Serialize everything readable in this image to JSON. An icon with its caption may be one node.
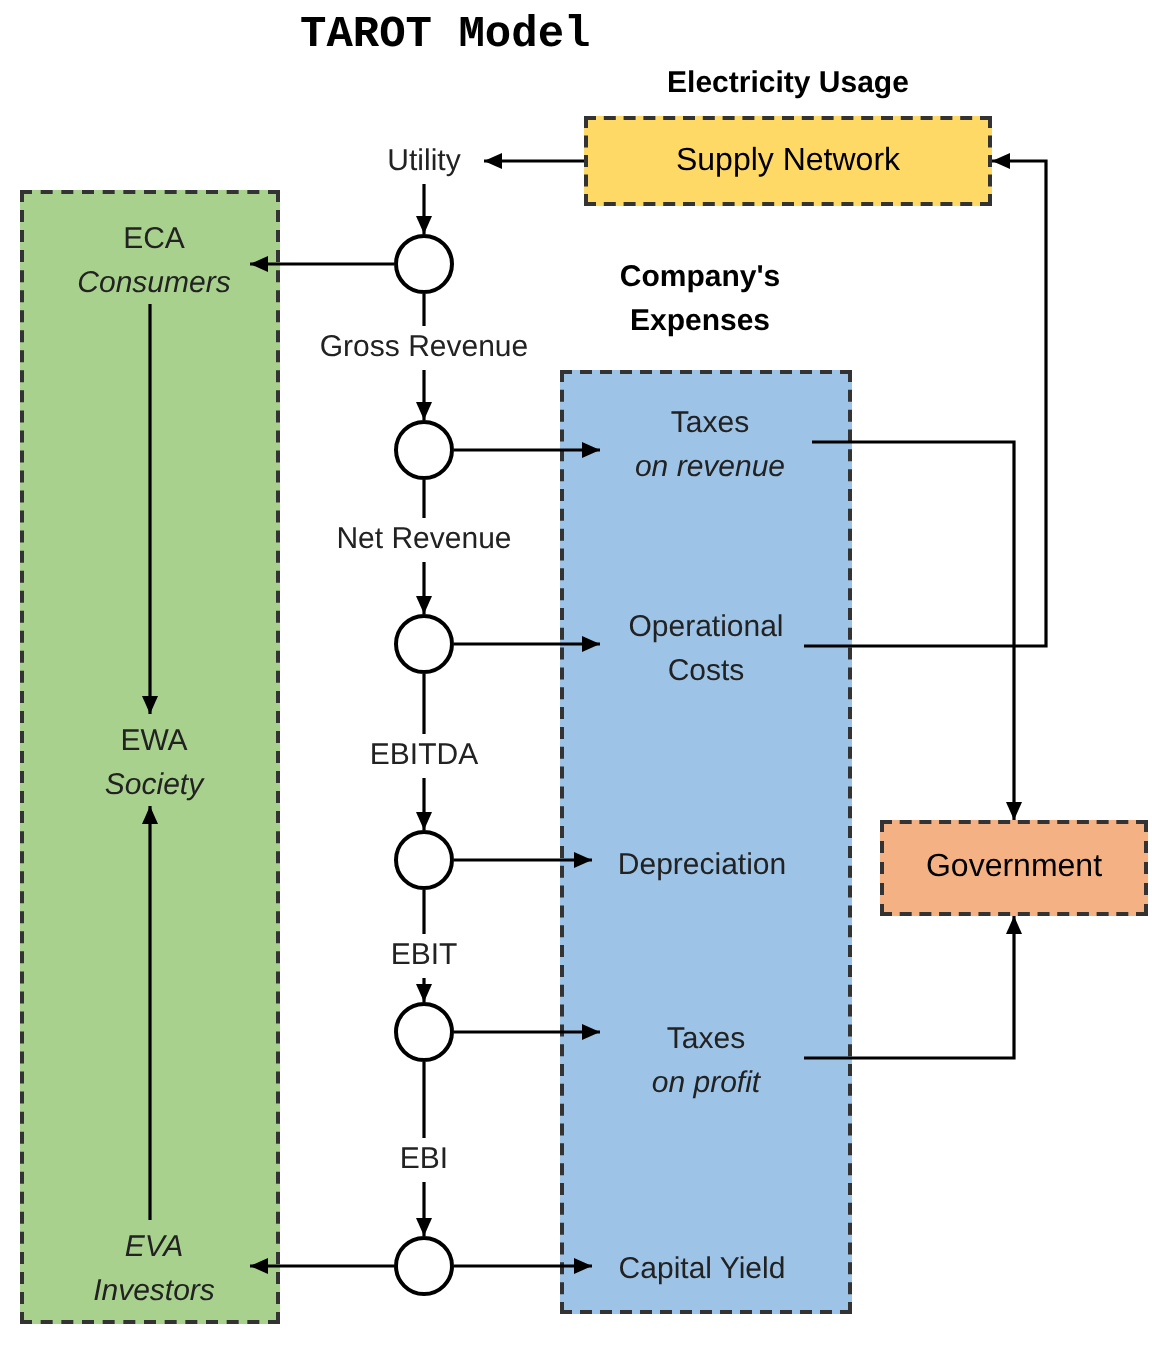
{
  "diagram": {
    "title": "TAROT Model",
    "nodes": [
      {
        "text": [],
        "shape": "box"
      },
      {
        "text": [
          "ECA",
          "Consumers"
        ],
        "in": 0
      },
      {
        "text": [
          "EWA",
          "Society"
        ],
        "in": 0
      },
      {
        "text": [
          "EVA",
          "Investors"
        ],
        "in": 0
      },
      {
        "text": [
          "Electricity Usage",
          "Supply Network"
        ]
      },
      {
        "text": [
          "Utility"
        ]
      },
      {
        "text": [],
        "shape": "circle"
      },
      {
        "text": [
          "Gross Revenue"
        ]
      },
      {
        "text": [],
        "shape": "circle"
      },
      {
        "text": [
          "Net Revenue"
        ]
      },
      {
        "text": [],
        "shape": "circle"
      },
      {
        "text": [
          "EBITDA"
        ]
      },
      {
        "text": [],
        "shape": "circle"
      },
      {
        "text": [
          "EBIT"
        ]
      },
      {
        "text": [],
        "shape": "circle"
      },
      {
        "text": [
          "EBI"
        ]
      },
      {
        "text": [],
        "shape": "circle"
      },
      {
        "text": [
          "Company's Expenses"
        ]
      },
      {
        "text": [
          "Taxes",
          "on revenue"
        ],
        "in": 17
      },
      {
        "text": [
          "Operational Costs"
        ],
        "in": 17
      },
      {
        "text": [
          "Depreciation"
        ],
        "in": 17
      },
      {
        "text": [
          "Taxes",
          "on profit"
        ],
        "in": 17
      },
      {
        "text": [
          "Capital Yield"
        ],
        "in": 17
      },
      {
        "text": [
          "Government"
        ]
      }
    ],
    "edges": [
      {
        "from": 4,
        "to": 5,
        "arrow": "to"
      },
      {
        "from": 5,
        "to": 6,
        "arrow": "to"
      },
      {
        "from": 6,
        "to": 1,
        "arrow": "to"
      },
      {
        "from": 6,
        "to": 7,
        "arrow": "none"
      },
      {
        "from": 7,
        "to": 8,
        "arrow": "to"
      },
      {
        "from": 8,
        "to": 18,
        "arrow": "to"
      },
      {
        "from": 8,
        "to": 9,
        "arrow": "none"
      },
      {
        "from": 9,
        "to": 10,
        "arrow": "to"
      },
      {
        "from": 10,
        "to": 19,
        "arrow": "to"
      },
      {
        "from": 10,
        "to": 11,
        "arrow": "none"
      },
      {
        "from": 11,
        "to": 12,
        "arrow": "to"
      },
      {
        "from": 12,
        "to": 20,
        "arrow": "to"
      },
      {
        "from": 12,
        "to": 13,
        "arrow": "none"
      },
      {
        "from": 13,
        "to": 14,
        "arrow": "to"
      },
      {
        "from": 14,
        "to": 21,
        "arrow": "to"
      },
      {
        "from": 14,
        "to": 15,
        "arrow": "none"
      },
      {
        "from": 15,
        "to": 16,
        "arrow": "to"
      },
      {
        "from": 16,
        "to": 3,
        "arrow": "to"
      },
      {
        "from": 16,
        "to": 22,
        "arrow": "to"
      },
      {
        "from": 18,
        "to": 23,
        "arrow": "to"
      },
      {
        "from": 19,
        "to": 4,
        "arrow": "to"
      },
      {
        "from": 21,
        "to": 23,
        "arrow": "to"
      },
      {
        "from": 1,
        "to": 2,
        "arrow": "to"
      },
      {
        "from": 3,
        "to": 2,
        "arrow": "to"
      }
    ]
  }
}
